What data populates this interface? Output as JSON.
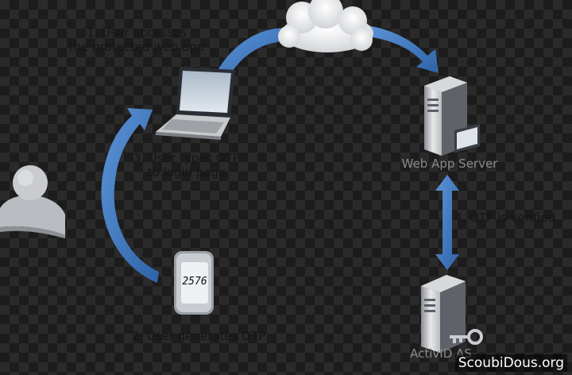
{
  "steps": {
    "step1": [
      "1. User accesses",
      "the protected web app"
    ],
    "step2": "2. User generates OTP",
    "step3": [
      "3. User types OTP",
      "to login page"
    ],
    "step4": "4. OTP is verified"
  },
  "nodes": {
    "web_server": "Web App Server",
    "auth_server": "ActivID AS"
  },
  "token": {
    "otp": "2576"
  },
  "watermark": "ScoubiDous.org",
  "icons": [
    "user-icon",
    "laptop-icon",
    "cloud-icon",
    "server-icon",
    "token-icon",
    "key-icon"
  ],
  "colors": {
    "arrow": "#3f78c0",
    "background": "#2a2a2a",
    "label": "#151515"
  }
}
